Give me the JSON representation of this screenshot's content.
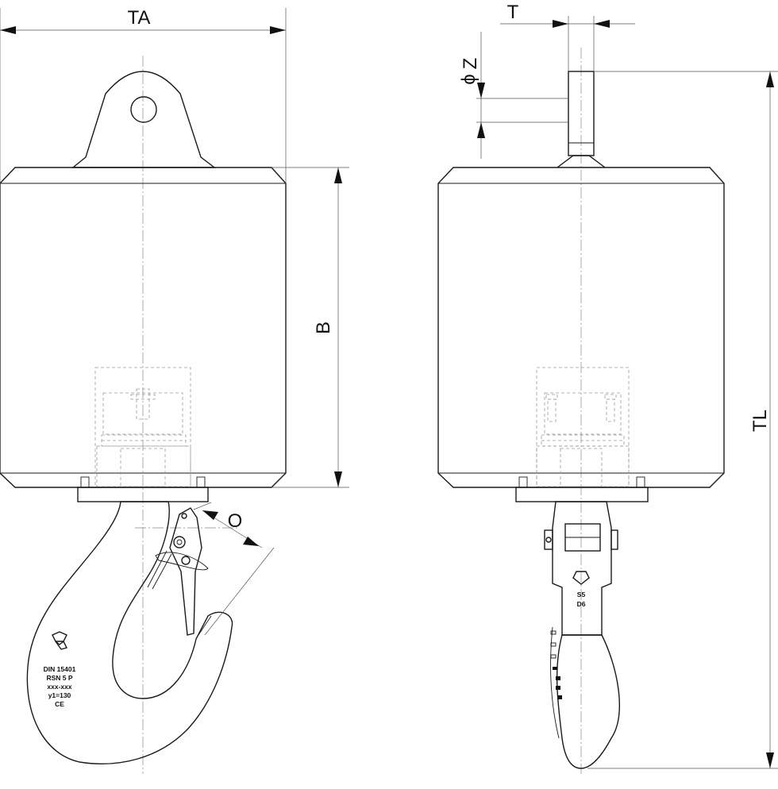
{
  "dimensions": {
    "ta": "TA",
    "t": "T",
    "z": "Z",
    "diameter_symbol": "ϕ",
    "b": "B",
    "o": "O",
    "tl": "TL"
  },
  "hook_stamp": {
    "line1": "DIN 15401",
    "line2": "RSN 5 P",
    "line3": "xxx-xxx",
    "line4": "y1=130",
    "line5": "CE"
  },
  "side_stamp": {
    "line1": "S5",
    "line2": "D6"
  }
}
